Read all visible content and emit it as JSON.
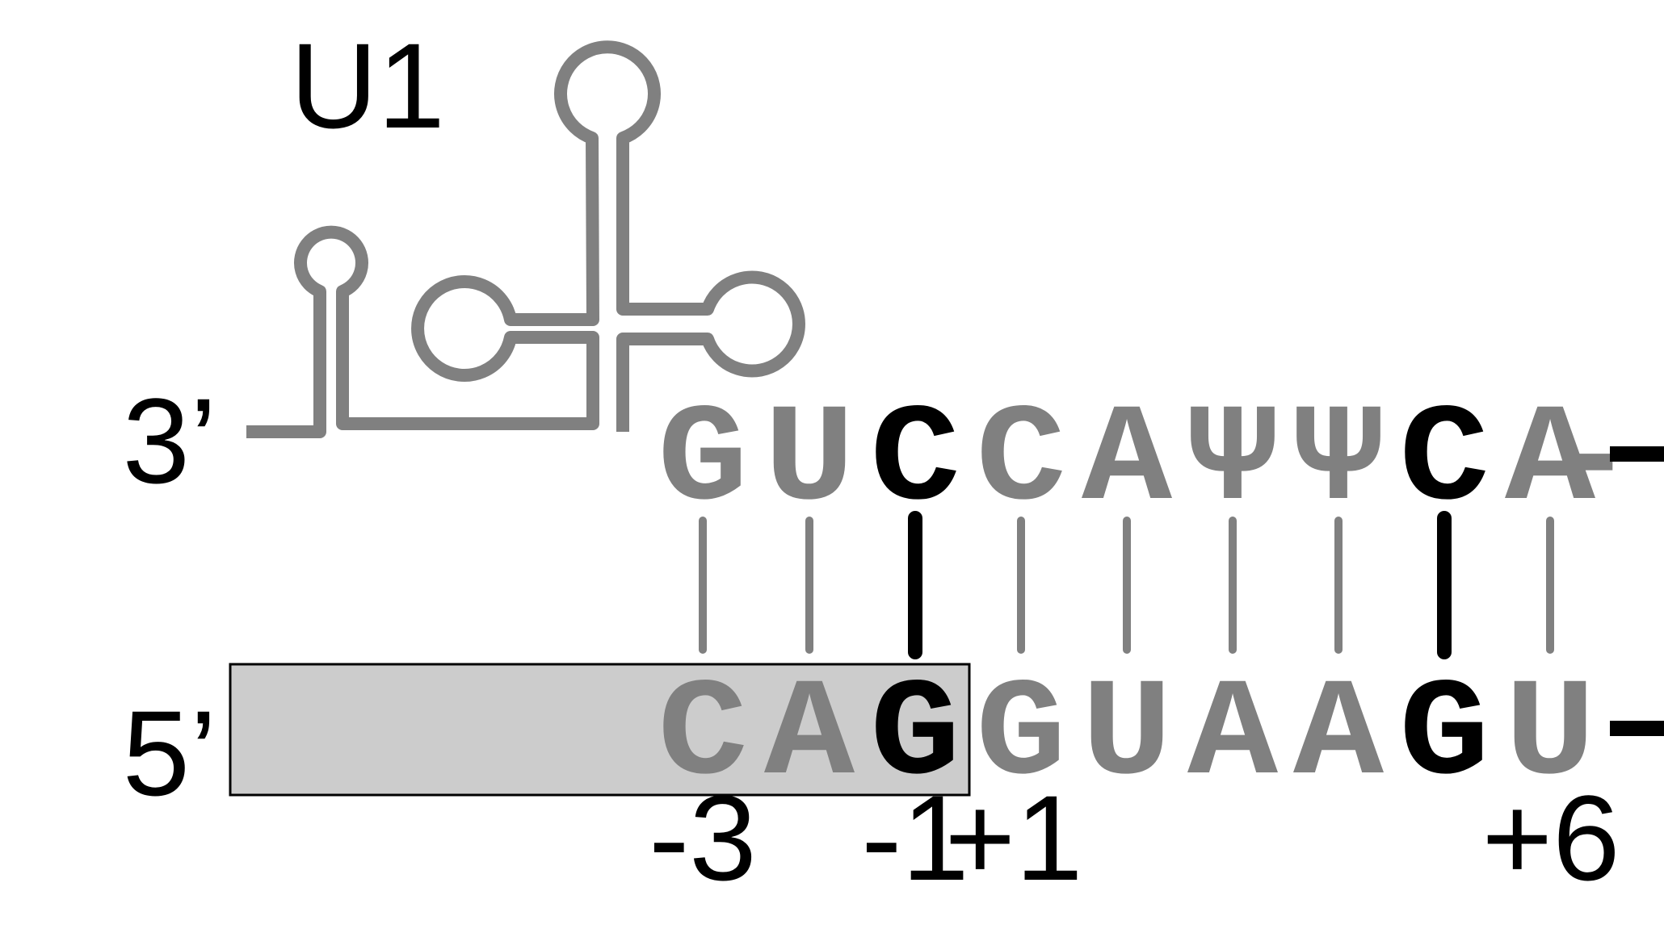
{
  "molecule_label": "U1",
  "strand_labels": {
    "top": "3’",
    "bottom": "5’"
  },
  "u1_sequence": [
    "G",
    "U",
    "C",
    "C",
    "A",
    "Ψ",
    "Ψ",
    "C",
    "A"
  ],
  "splice_site_sequence": [
    "C",
    "A",
    "G",
    "G",
    "U",
    "A",
    "A",
    "G",
    "U"
  ],
  "emphasized_indices": [
    2,
    7
  ],
  "position_labels": {
    "p0": "-3",
    "p2": "-1",
    "p3": "+1",
    "p8": "+6"
  },
  "colors": {
    "emphasis": "#000000",
    "normal": "#808080",
    "exon_box": "#cccccc"
  }
}
